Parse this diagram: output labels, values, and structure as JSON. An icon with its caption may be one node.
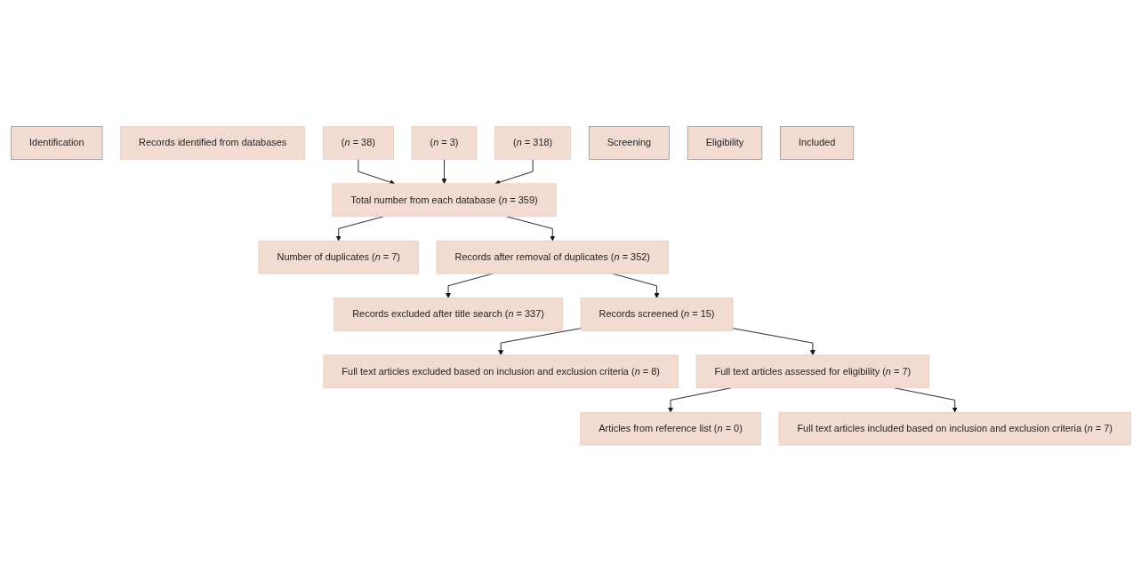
{
  "diagram": {
    "nodes": [
      {
        "text": [
          "Identification"
        ]
      },
      {
        "text": [
          "Records identified from databases"
        ]
      },
      {
        "text": [
          "(*n* = 38)"
        ]
      },
      {
        "text": [
          "(*n* = 3)"
        ]
      },
      {
        "text": [
          "(*n* = 318)"
        ]
      },
      {
        "text": [
          "Screening"
        ]
      },
      {
        "text": [
          "Total number from each database (*n* = 359)"
        ]
      },
      {
        "text": [
          "Number of duplicates (*n* = 7)"
        ]
      },
      {
        "text": [
          "Records after removal of duplicates (*n* = 352)"
        ]
      },
      {
        "text": [
          "Records excluded after title search (*n* = 337)"
        ]
      },
      {
        "text": [
          "Eligibility"
        ]
      },
      {
        "text": [
          "Records screened (*n* = 15)"
        ]
      },
      {
        "text": [
          "Full text articles excluded based on inclusion and exclusion criteria (*n* = 8)"
        ]
      },
      {
        "text": [
          "Full text articles assessed for eligibility (*n* = 7)"
        ]
      },
      {
        "text": [
          "Included"
        ]
      },
      {
        "text": [
          "Articles from reference list (*n* = 0)"
        ]
      },
      {
        "text": [
          "Full text articles included based on inclusion and exclusion criteria (*n* = 7)"
        ]
      }
    ],
    "edges": [
      {
        "from": 2,
        "to": 6,
        "arrow": "to"
      },
      {
        "from": 3,
        "to": 6,
        "arrow": "to"
      },
      {
        "from": 4,
        "to": 6,
        "arrow": "to"
      },
      {
        "from": 6,
        "to": 7,
        "arrow": "to"
      },
      {
        "from": 6,
        "to": 8,
        "arrow": "to"
      },
      {
        "from": 8,
        "to": 9,
        "arrow": "to"
      },
      {
        "from": 8,
        "to": 11,
        "arrow": "to"
      },
      {
        "from": 11,
        "to": 12,
        "arrow": "to"
      },
      {
        "from": 11,
        "to": 13,
        "arrow": "to"
      },
      {
        "from": 13,
        "to": 15,
        "arrow": "to"
      },
      {
        "from": 13,
        "to": 16,
        "arrow": "to"
      }
    ]
  }
}
